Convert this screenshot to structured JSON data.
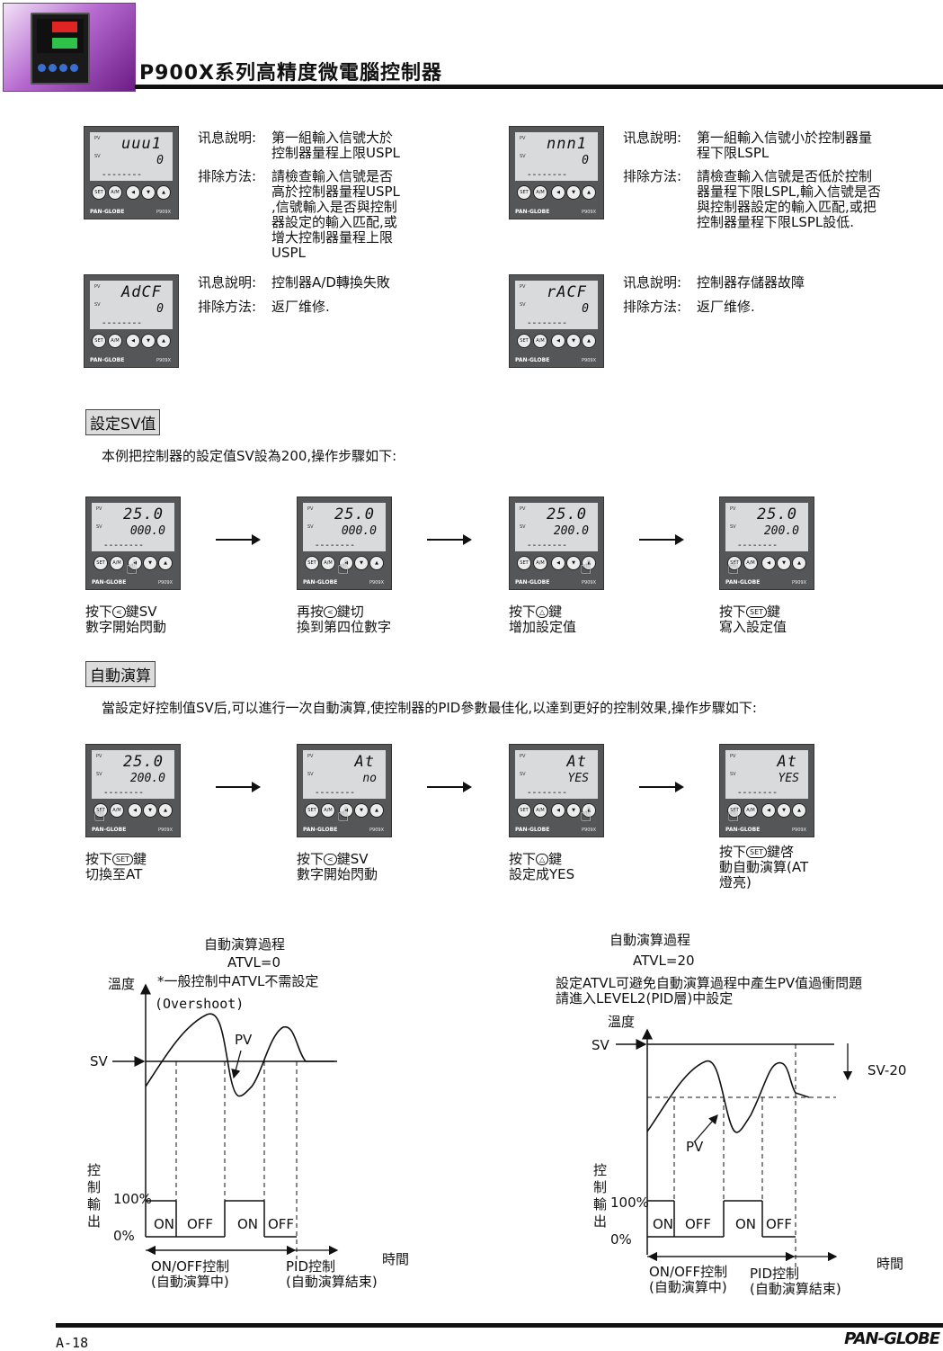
{
  "header": {
    "title": "P900X系列高精度微電腦控制器"
  },
  "errors": [
    {
      "pv": "uuu1",
      "sv": "0",
      "info_label": "讯息說明:",
      "info": [
        "第一組輸入信號大於",
        "控制器量程上限USPL"
      ],
      "fix_label": "排除方法:",
      "fix": [
        "請檢查輸入信號是否",
        "高於控制器量程USPL",
        ",信號輸入是否與控制",
        "器設定的輸入匹配,或",
        "增大控制器量程上限",
        "USPL"
      ]
    },
    {
      "pv": "nnn1",
      "sv": "0",
      "info_label": "讯息說明:",
      "info": [
        "第一組輸入信號小於控制器量",
        "程下限LSPL"
      ],
      "fix_label": "排除方法:",
      "fix": [
        "請檢查輸入信號是否低於控制",
        "器量程下限LSPL,輸入信號是否",
        "與控制器設定的輸入匹配,或把",
        "控制器量程下限LSPL設低."
      ]
    },
    {
      "pv": "AdCF",
      "sv": "0",
      "info_label": "讯息說明:",
      "info": [
        "控制器A/D轉換失敗"
      ],
      "fix_label": "排除方法:",
      "fix": [
        "返厂维修."
      ]
    },
    {
      "pv": "rACF",
      "sv": "0",
      "info_label": "讯息說明:",
      "info": [
        "控制器存儲器故障"
      ],
      "fix_label": "排除方法:",
      "fix": [
        "返厂维修."
      ]
    }
  ],
  "device": {
    "pv_label": "PV",
    "sv_label": "SV",
    "dash": "--------",
    "brand": "PAN-GLOBE",
    "model": "P909X",
    "keys": [
      "SET",
      "A/M",
      "◀",
      "▼",
      "▲"
    ]
  },
  "sv_section": {
    "title": "設定SV值",
    "desc": "本例把控制器的設定值SV設為200,操作步驟如下:",
    "steps": [
      {
        "pv": "25.0",
        "sv": "000.0",
        "cap1_a": "按下",
        "cap1_b": "鍵SV",
        "cap2": "數字開始閃動",
        "btn": "<"
      },
      {
        "pv": "25.0",
        "sv": "000.0",
        "cap1_a": "再按",
        "cap1_b": "鍵切",
        "cap2": "換到第四位數字",
        "btn": "<"
      },
      {
        "pv": "25.0",
        "sv": "200.0",
        "cap1_a": "按下",
        "cap1_b": "鍵",
        "cap2": "增加設定值",
        "btn": "△"
      },
      {
        "pv": "25.0",
        "sv": "200.0",
        "cap1_a": "按下",
        "cap1_b": "鍵",
        "cap2": "寫入設定值",
        "btn": "SET"
      }
    ]
  },
  "at_section": {
    "title": "自動演算",
    "desc": "當設定好控制值SV后,可以進行一次自動演算,使控制器的PID參數最佳化,以達到更好的控制效果,操作步驟如下:",
    "steps": [
      {
        "pv": "25.0",
        "sv": "200.0",
        "cap1_a": "按下",
        "cap1_b": "鍵",
        "cap2": "切換至AT",
        "cap3": "",
        "btn": "SET"
      },
      {
        "pv": "At",
        "sv": "no",
        "cap1_a": "按下",
        "cap1_b": "鍵SV",
        "cap2": "數字開始閃動",
        "cap3": "",
        "btn": "<"
      },
      {
        "pv": "At",
        "sv": "YES",
        "cap1_a": "按下",
        "cap1_b": "鍵",
        "cap2": "設定成YES",
        "cap3": "",
        "btn": "△"
      },
      {
        "pv": "At",
        "sv": "YES",
        "cap1_a": "按下",
        "cap1_b": "鍵啓",
        "cap2": "動自動演算(AT",
        "cap3": "燈亮)",
        "btn": "SET"
      }
    ]
  },
  "charts": [
    {
      "title": "自動演算過程",
      "atvl": "ATVL=0",
      "note": "*一般控制中ATVL不需設定",
      "overshoot": "(Overshoot)",
      "y_label": "溫度",
      "sv": "SV",
      "pv": "PV",
      "out_label": "控制輸出",
      "p100": "100%",
      "p0": "0%",
      "states": [
        "ON",
        "OFF",
        "ON",
        "OFF"
      ],
      "x_label": "時間",
      "onoff_a": "ON/OFF控制",
      "onoff_b": "(自動演算中)",
      "pid_a": "PID控制",
      "pid_b": "(自動演算結束)"
    },
    {
      "title": "自動演算過程",
      "atvl": "ATVL=20",
      "note": "設定ATVL可避免自動演算過程中產生PV值過衝問題",
      "note2": "請進入LEVEL2(PID層)中設定",
      "y_label": "溫度",
      "sv": "SV",
      "pv": "PV",
      "sv20": "SV-20",
      "out_label": "控制輸出",
      "p100": "100%",
      "p0": "0%",
      "states": [
        "ON",
        "OFF",
        "ON",
        "OFF"
      ],
      "x_label": "時間",
      "onoff_a": "ON/OFF控制",
      "onoff_b": "(自動演算中)",
      "pid_a": "PID控制",
      "pid_b": "(自動演算結束)"
    }
  ],
  "footer": {
    "page": "A-18",
    "brand": "PAN-GLOBE"
  }
}
